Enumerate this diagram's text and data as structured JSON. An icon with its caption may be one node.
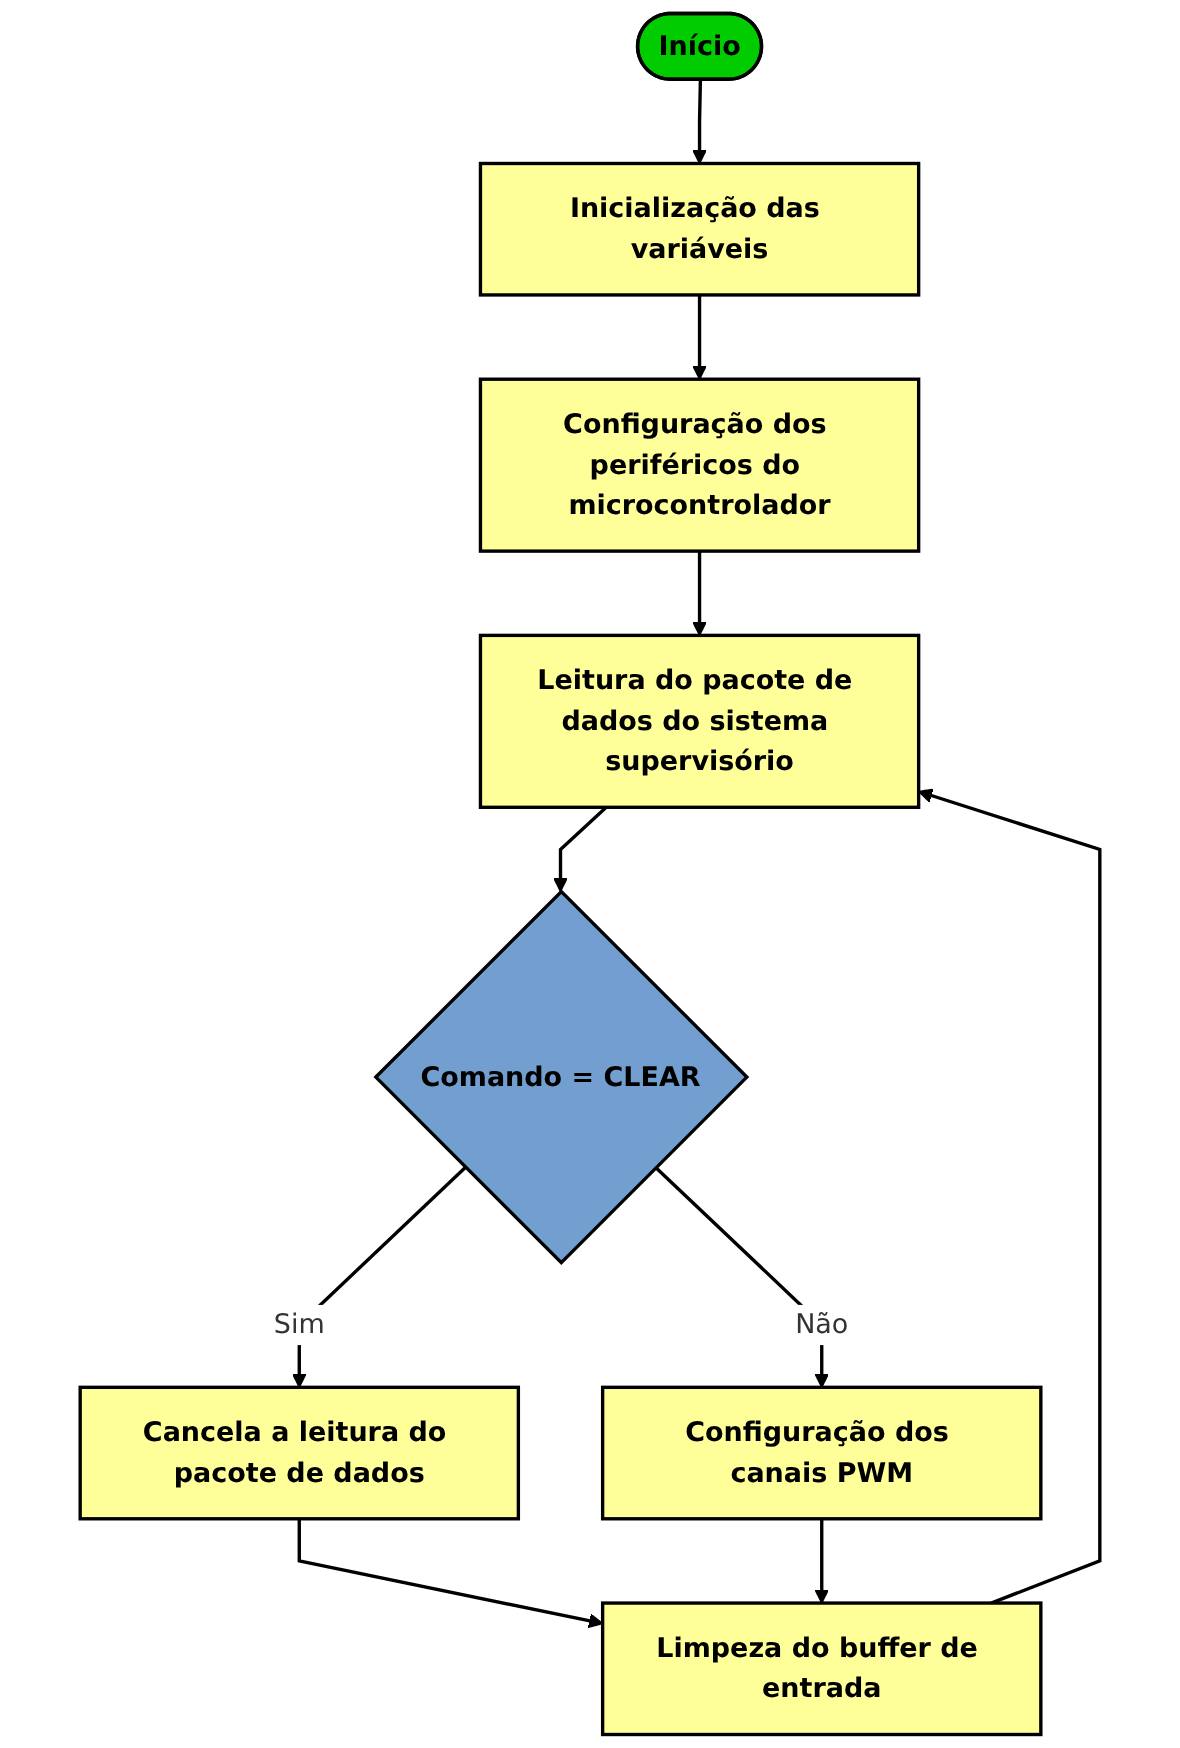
{
  "diagram": {
    "nodes": [
      {
        "text": [
          "Início"
        ]
      },
      {
        "text": [
          "Inicialização das variáveis"
        ]
      },
      {
        "text": [
          "Configuração dos periféricos do microcontrolador"
        ]
      },
      {
        "text": [
          "Leitura do pacote de dados do sistema supervisório"
        ]
      },
      {
        "text": [
          "Comando = CLEAR"
        ]
      },
      {
        "text": [
          "Cancela a leitura do pacote de dados"
        ]
      },
      {
        "text": [
          "Limpeza do buffer de entrada"
        ]
      },
      {
        "text": [
          "Configuração dos canais PWM"
        ]
      }
    ],
    "edges": [
      {
        "from": 0,
        "to": 1,
        "arrow": "to"
      },
      {
        "from": 1,
        "to": 2,
        "arrow": "to"
      },
      {
        "from": 2,
        "to": 3,
        "arrow": "to"
      },
      {
        "from": 3,
        "to": 4,
        "arrow": "to"
      },
      {
        "from": 4,
        "to": 5,
        "label": "Sim",
        "arrow": "to"
      },
      {
        "from": 4,
        "to": 7,
        "label": "Não",
        "arrow": "to"
      },
      {
        "from": 5,
        "to": 6,
        "arrow": "to"
      },
      {
        "from": 6,
        "to": 3,
        "arrow": "to"
      },
      {
        "from": 7,
        "to": 6,
        "arrow": "to"
      }
    ]
  }
}
